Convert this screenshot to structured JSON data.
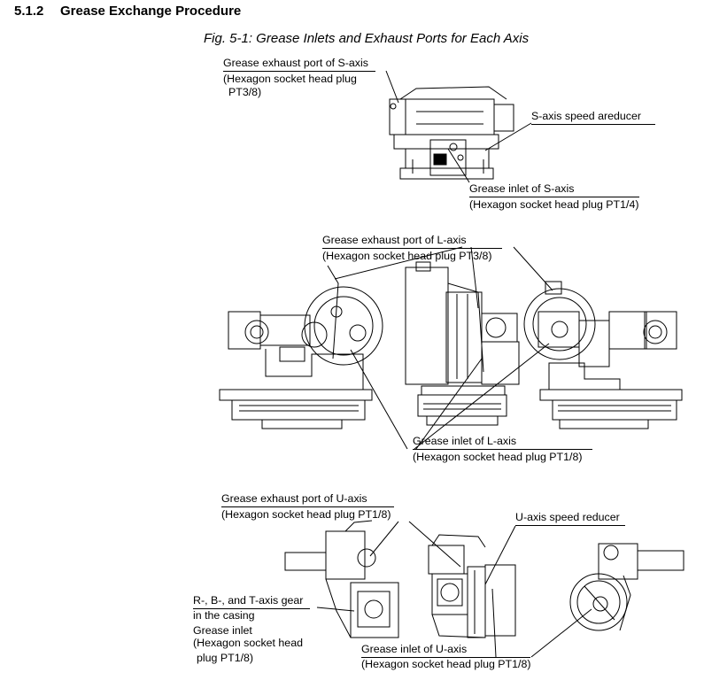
{
  "section": {
    "number": "5.1.2",
    "title": "Grease Exchange Procedure"
  },
  "figure_caption": "Fig. 5-1: Grease Inlets and Exhaust Ports for Each Axis",
  "labels": {
    "s_exhaust_line1": "Grease exhaust port of S-axis",
    "s_exhaust_line2": "(Hexagon socket head plug",
    "s_exhaust_line3": "PT3/8)",
    "s_reducer": "S-axis speed areducer",
    "s_inlet_line1": "Grease inlet of S-axis",
    "s_inlet_line2": "(Hexagon socket head plug PT1/4)",
    "l_exhaust_line1": "Grease exhaust port of L-axis",
    "l_exhaust_line2": "(Hexagon socket head plug PT3/8)",
    "l_inlet_line1": "Grease inlet of L-axis",
    "l_inlet_line2": "(Hexagon socket head plug PT1/8)",
    "u_exhaust_line1": "Grease exhaust port of U-axis",
    "u_exhaust_line2": "(Hexagon socket head plug PT1/8)",
    "u_reducer": "U-axis speed reducer",
    "rbt_line1": "R-, B-, and T-axis gear",
    "rbt_line2": "in the casing",
    "rbt_line3": "Grease inlet",
    "rbt_line4": "(Hexagon socket head",
    "rbt_line5": "plug PT1/8)",
    "u_inlet_line1": "Grease inlet of U-axis",
    "u_inlet_line2": "(Hexagon socket head plug PT1/8)"
  }
}
